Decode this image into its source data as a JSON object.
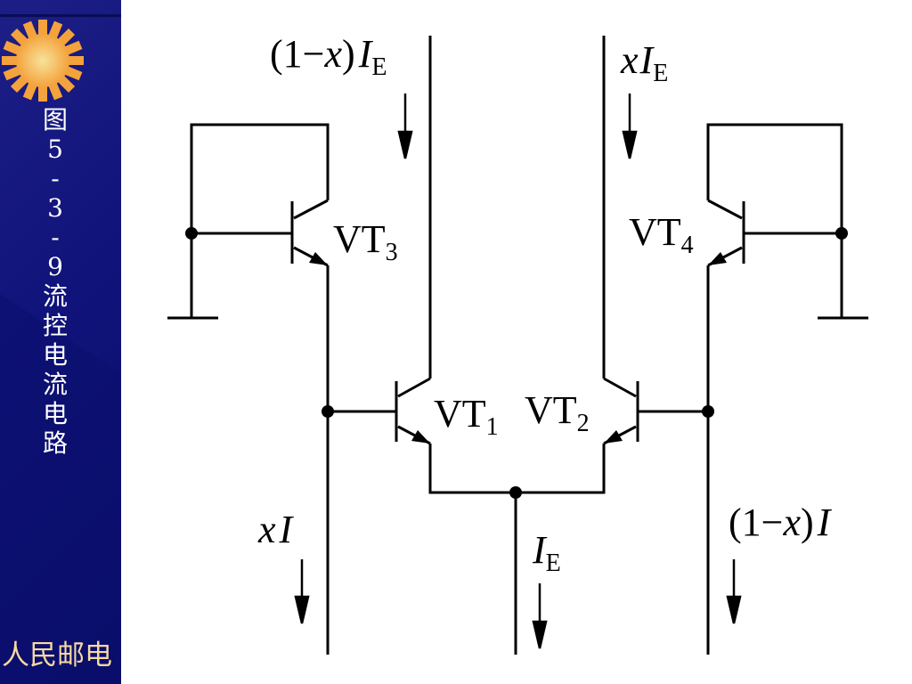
{
  "sidebar": {
    "title_chars": [
      "图",
      "5",
      "-",
      "3",
      "-",
      "9",
      "流",
      "控",
      "电",
      "流",
      "电",
      "路"
    ],
    "publisher": "人民邮电",
    "logo_icon": "gear-icon",
    "background_color": "#10137a",
    "text_color": "#ffffff",
    "publisher_color": "#f7d9a2",
    "logo_colors": [
      "#f4a23c",
      "#f7e39a"
    ]
  },
  "circuit": {
    "transistors": [
      {
        "name": "VT",
        "sub": "3"
      },
      {
        "name": "VT",
        "sub": "4"
      },
      {
        "name": "VT",
        "sub": "1"
      },
      {
        "name": "VT",
        "sub": "2"
      }
    ],
    "currents": {
      "top_left": {
        "prefix": "(1−",
        "var": "x",
        "close": ")",
        "sym": "I",
        "sub": "E"
      },
      "top_right": {
        "var": "x",
        "sym": "I",
        "sub": "E"
      },
      "bottom_center": {
        "sym": "I",
        "sub": "E"
      },
      "bottom_left": {
        "var": "x",
        "sym": "I"
      },
      "bottom_right": {
        "prefix": "(1−",
        "var": "x",
        "close": ")",
        "sym": "I"
      }
    }
  }
}
